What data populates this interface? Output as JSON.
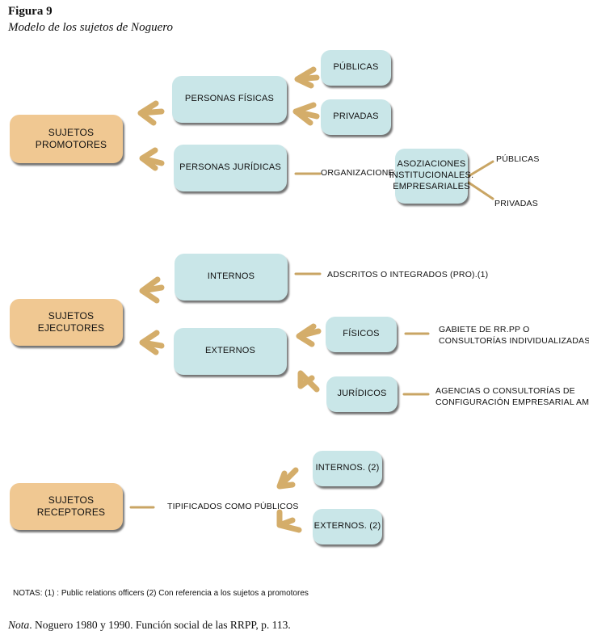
{
  "figure": {
    "number": "Figura 9",
    "title": "Modelo de los sujetos de Noguero"
  },
  "promotores": {
    "main": "SUJETOS PROMOTORES",
    "fisicas": "PERSONAS FÍSICAS",
    "publicas": "PÚBLICAS",
    "privadas": "PRIVADAS",
    "juridicas": "PERSONAS JURÍDICAS",
    "organizaciones": "ORGANIZACIONES",
    "asociaciones": [
      "ASOZIACIONES",
      "INSTITUCIONALES.",
      "EMPRESARIALES"
    ],
    "asoc_publicas": "PÚBLICAS",
    "asoc_privadas": "PRIVADAS"
  },
  "ejecutores": {
    "main": "SUJETOS EJECUTORES",
    "internos": "INTERNOS",
    "adscritos": "ADSCRITOS O INTEGRADOS (PRO).(1)",
    "externos": "EXTERNOS",
    "fisicos": "FÍSICOS",
    "gabiete": [
      "GABIETE DE RR.PP O",
      "CONSULTORÍAS INDIVIDUALIZADAS"
    ],
    "juridicos": "JURÍDICOS",
    "agencias": [
      "AGENCIAS O CONSULTORÍAS DE",
      "CONFIGURACIÓN EMPRESARIAL AMPL"
    ]
  },
  "receptores": {
    "main": "SUJETOS RECEPTORES",
    "tipificados": "TIPIFICADOS COMO PÚBLICOS",
    "internos": "INTERNOS. (2)",
    "externos": "EXTERNOS. (2)"
  },
  "notes": "NOTAS: (1) : Public relations officers (2) Con referencia a los sujetos a promotores",
  "nota": {
    "label": "Nota",
    "text": ". Noguero 1980 y 1990. Función social de las RRPP, p. 113."
  },
  "colors": {
    "box_blue": "#c9e6e8",
    "box_tan": "#f0c892",
    "arrow": "#d4ad6a"
  }
}
